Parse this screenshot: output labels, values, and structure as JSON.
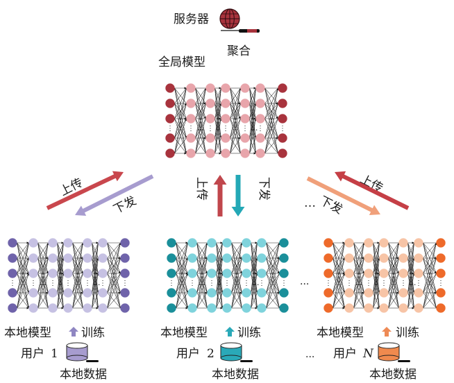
{
  "server": {
    "label": "服务器",
    "aggregate_label": "聚合",
    "icon": "globe-server-icon"
  },
  "global_model": {
    "label": "全局模型",
    "node_color": "#e8a5ab",
    "edge_node_color": "#a8333d"
  },
  "arrows": {
    "upload": "上传",
    "download": "下发",
    "upload_left_color": "#c9474d",
    "download_left_color": "#a79ccf",
    "upload_center_color": "#c0464c",
    "download_center_color": "#24a8b6",
    "upload_right_color": "#c53f46",
    "download_right_color": "#f0a07a"
  },
  "ellipsis": "···",
  "inner_ellipsis": "…",
  "clients": [
    {
      "id": "client-1",
      "model_label": "本地模型",
      "train_label": "训练",
      "user_label": "用户",
      "user_index": "1",
      "data_label": "本地数据",
      "node_color": "#c6c1e3",
      "edge_node_color": "#6f63aa",
      "train_arrow_color": "#8f86c2",
      "db_color": "#a79ccf"
    },
    {
      "id": "client-2",
      "model_label": "本地模型",
      "train_label": "训练",
      "user_label": "用户",
      "user_index": "2",
      "data_label": "本地数据",
      "node_color": "#7fd3dc",
      "edge_node_color": "#1a8f9a",
      "train_arrow_color": "#2aa9b8",
      "db_color": "#2aa9b8"
    },
    {
      "id": "client-n",
      "model_label": "本地模型",
      "train_label": "训练",
      "user_label": "用户",
      "user_index": "N",
      "data_label": "本地数据",
      "node_color": "#f7c4a6",
      "edge_node_color": "#ee6a2a",
      "train_arrow_color": "#ee8a55",
      "db_color": "#f08a4e"
    }
  ]
}
